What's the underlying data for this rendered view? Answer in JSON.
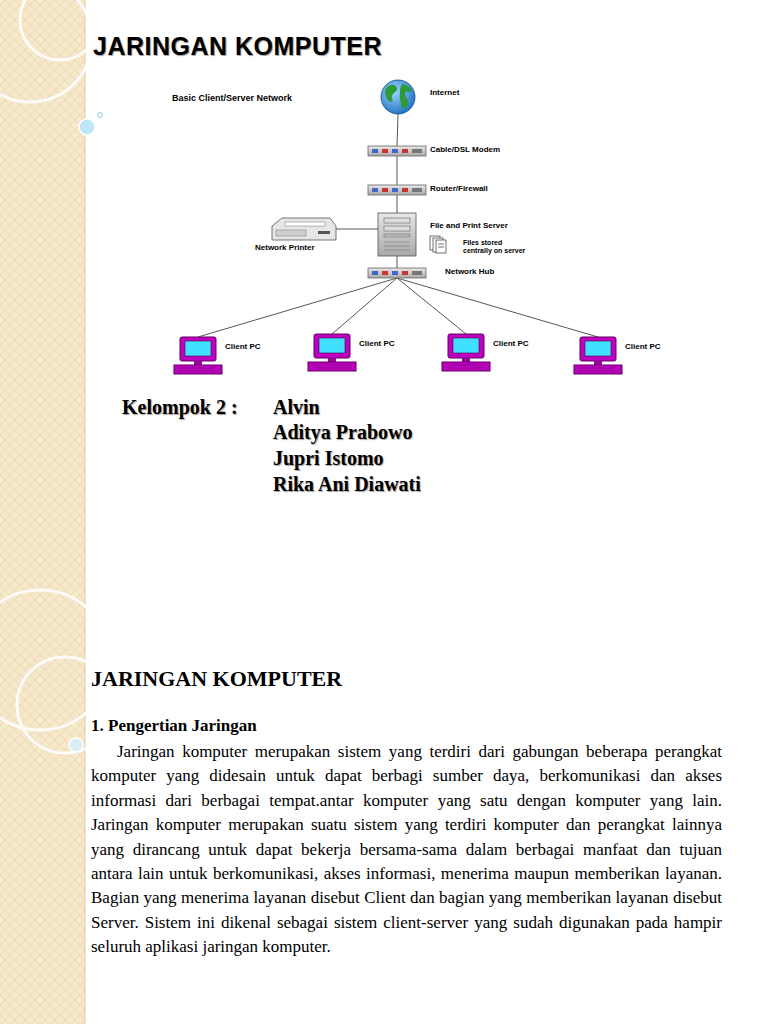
{
  "diagram": {
    "title": "JARINGAN KOMPUTER",
    "nodes": [
      {
        "text": [
          "Internet"
        ]
      },
      {
        "text": [
          "Cable/DSL Modem"
        ]
      },
      {
        "text": [
          "Router/Firewall"
        ]
      },
      {
        "text": [
          "Network Printer"
        ]
      },
      {
        "text": [
          "File and Print Server"
        ]
      },
      {
        "text": [
          "Files stored centrally on server"
        ]
      },
      {
        "text": [
          "Network Hub"
        ]
      },
      {
        "text": [
          "Client PC"
        ]
      },
      {
        "text": [
          "Client PC"
        ]
      },
      {
        "text": [
          "Client PC"
        ]
      },
      {
        "text": [
          "Client PC"
        ]
      }
    ],
    "edges": [
      {
        "from": 0,
        "to": 1,
        "arrow": "none"
      },
      {
        "from": 1,
        "to": 2,
        "arrow": "none"
      },
      {
        "from": 2,
        "to": 4,
        "arrow": "none"
      },
      {
        "from": 3,
        "to": 4,
        "arrow": "none"
      },
      {
        "from": 4,
        "to": 6,
        "arrow": "none"
      },
      {
        "from": 6,
        "to": 7,
        "arrow": "none"
      },
      {
        "from": 6,
        "to": 8,
        "arrow": "none"
      },
      {
        "from": 6,
        "to": 9,
        "arrow": "none"
      },
      {
        "from": 6,
        "to": 10,
        "arrow": "none"
      }
    ],
    "labels": [
      "Basic Client/Server Network",
      "Kelompok 2 :",
      "Alvin",
      "Aditya Prabowo",
      "Jupri Istomo",
      "Rika Ani Diawati",
      "JARINGAN KOMPUTER",
      "1. Pengertian Jaringan",
      "Jaringan komputer merupakan sistem yang terdiri dari gabungan beberapa perangkat komputer yang didesain untuk dapat berbagi sumber daya, berkomunikasi dan akses informasi dari berbagai tempat.antar komputer yang satu dengan komputer yang lain. Jaringan komputer merupakan suatu sistem yang terdiri komputer dan perangkat lainnya yang dirancang untuk dapat bekerja bersama-sama dalam berbagai manfaat dan tujuan antara lain untuk berkomunikasi, akses informasi, menerima maupun memberikan layanan. Bagian yang menerima layanan disebut Client dan bagian yang memberikan layanan disebut Server. Sistem ini dikenal sebagai sistem client-server yang sudah digunakan pada hampir seluruh aplikasi jaringan komputer."
    ]
  }
}
